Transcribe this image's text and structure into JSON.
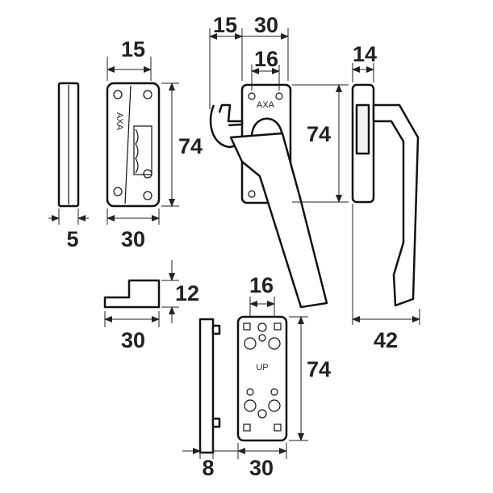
{
  "title": "AXA window handle dimension drawing",
  "units": "mm",
  "brand_mark": "AXA",
  "up_mark": "UP",
  "dimensions": {
    "strip_thickness": "5",
    "keeper_width": "30",
    "keeper_offset": "15",
    "keeper_height": "74",
    "handle_hook_offset": "15",
    "handle_plate_width": "30",
    "handle_hole_spacing": "16",
    "handle_plate_height": "74",
    "side_depth": "14",
    "side_total_depth": "42",
    "block_height": "12",
    "block_width": "30",
    "plate_hole_spacing": "16",
    "plate_height": "74",
    "plate_thickness": "8",
    "plate_width": "30"
  }
}
